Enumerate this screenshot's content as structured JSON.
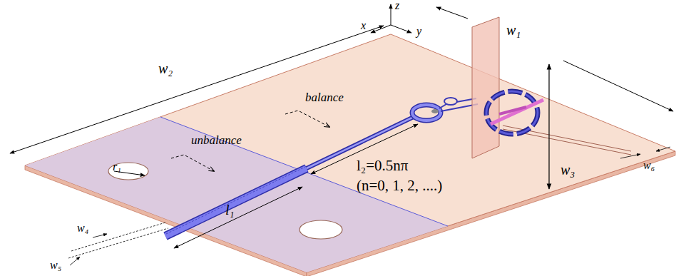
{
  "diagram": {
    "labels": [
      "z",
      "x",
      "y",
      "w₁",
      "w₂",
      "w₃",
      "w₄",
      "w₅",
      "w₆",
      "r₁",
      "l₁",
      "l₂=0.5nπ",
      "(n=0, 1, 2, ....)",
      "balance",
      "unbalance"
    ]
  }
}
